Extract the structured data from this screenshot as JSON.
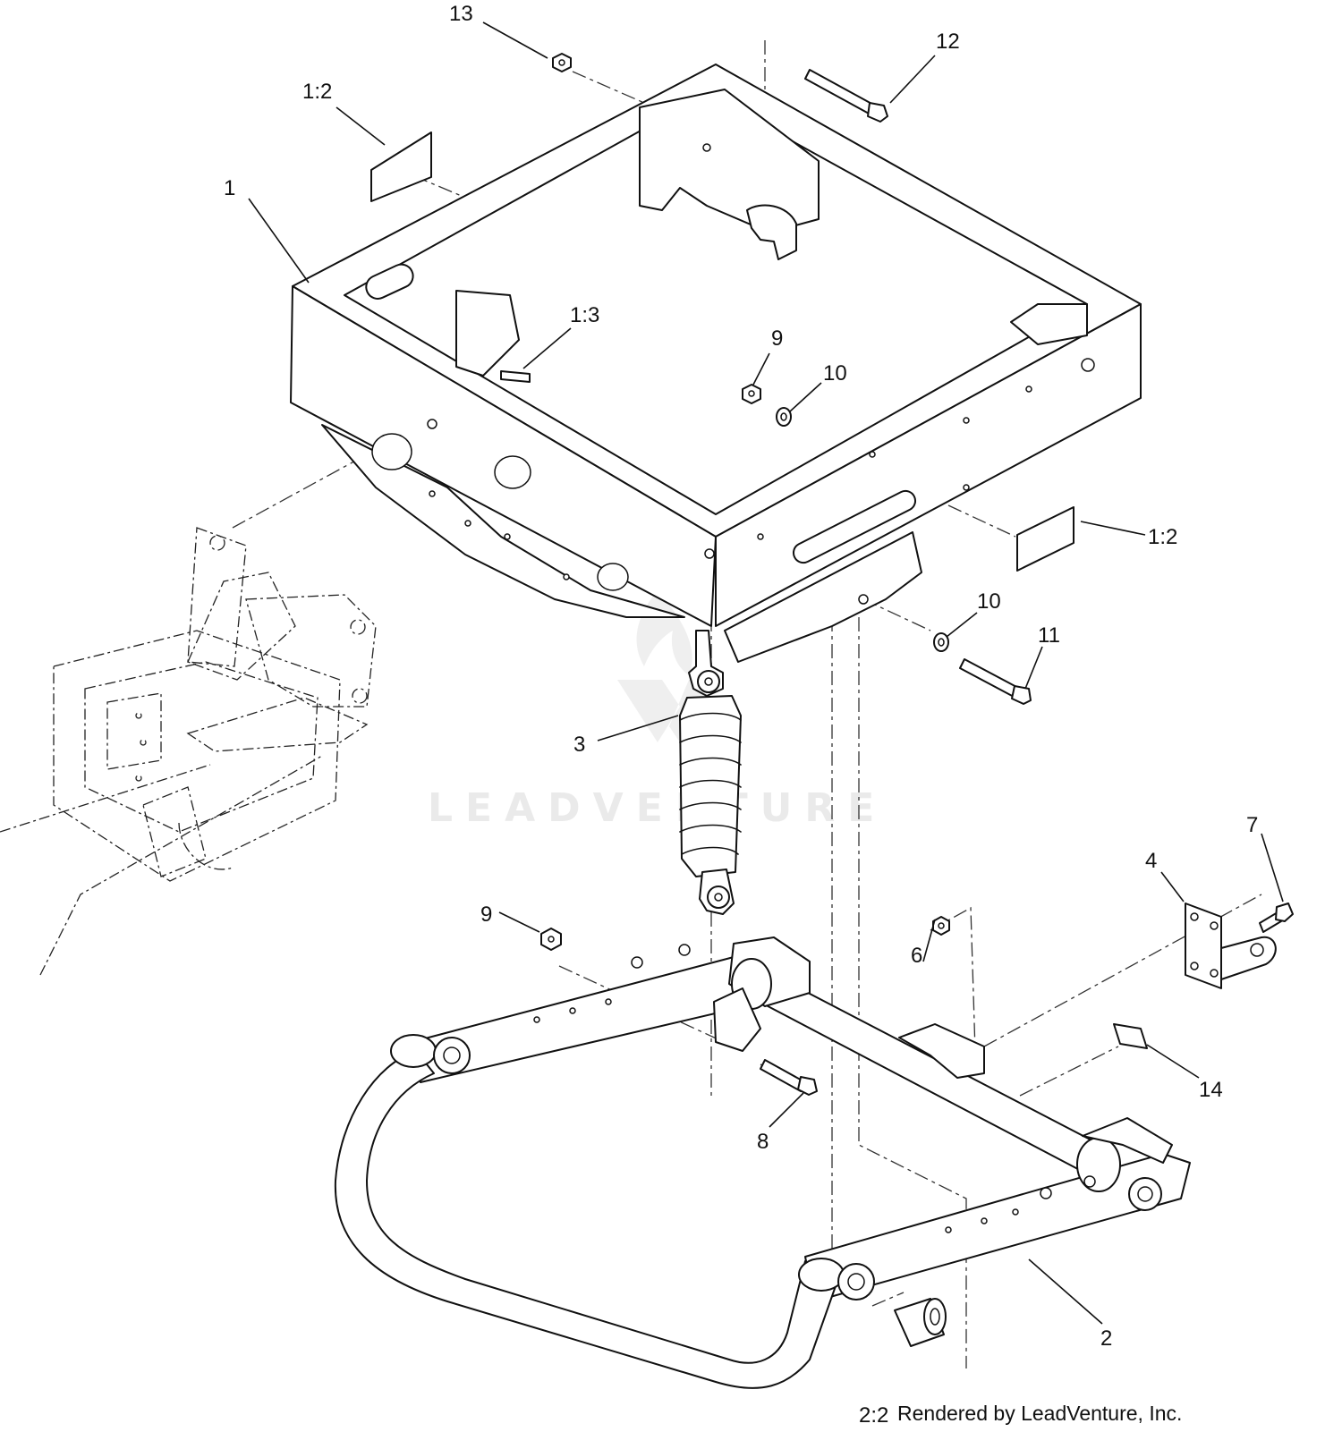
{
  "diagram": {
    "callouts": {
      "c13": "13",
      "c12": "12",
      "c1_2a": "1:2",
      "c1": "1",
      "c1_3": "1:3",
      "c9a": "9",
      "c10a": "10",
      "c1_2b": "1:2",
      "c10b": "10",
      "c11": "11",
      "c3": "3",
      "c7": "7",
      "c4": "4",
      "c9b": "9",
      "c6": "6",
      "c14": "14",
      "c8": "8",
      "c2": "2",
      "c2_2": "2:2"
    },
    "credit": "Rendered by LeadVenture, Inc.",
    "watermark": "LEADVENTURE"
  }
}
